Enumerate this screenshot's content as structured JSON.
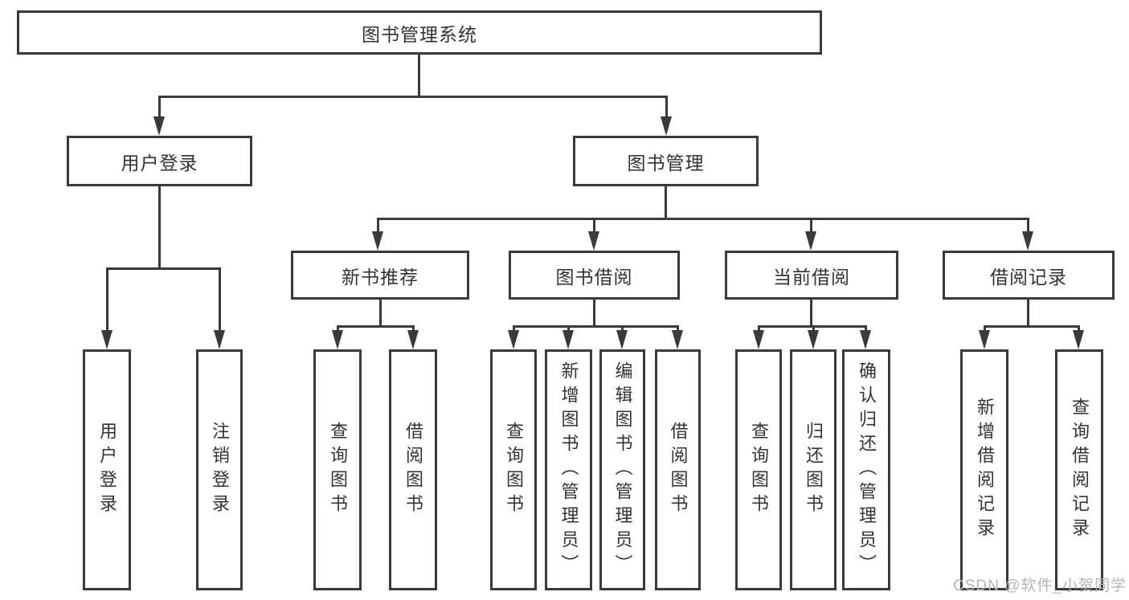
{
  "diagram": {
    "root": {
      "label": "图书管理系统"
    },
    "level2": [
      {
        "label": "用户登录"
      },
      {
        "label": "图书管理"
      }
    ],
    "level3": [
      {
        "label": "新书推荐"
      },
      {
        "label": "图书借阅"
      },
      {
        "label": "当前借阅"
      },
      {
        "label": "借阅记录"
      }
    ],
    "leaves": {
      "login": [
        "用户登录",
        "注销登录"
      ],
      "newbook": [
        "查询图书",
        "借阅图书"
      ],
      "borrow": [
        "查询图书",
        "新增图书（管理员）",
        "编辑图书（管理员）",
        "借阅图书"
      ],
      "current": [
        "查询图书",
        "归还图书",
        "确认归还（管理员）"
      ],
      "records": [
        "新增借阅记录",
        "查询借阅记录"
      ]
    }
  },
  "watermark": {
    "text": "CSDN @软件_小贺同学"
  },
  "colors": {
    "line": "#3a3a3a",
    "text": "#333333",
    "watermark": "#b5b5b5",
    "background": "#ffffff"
  }
}
